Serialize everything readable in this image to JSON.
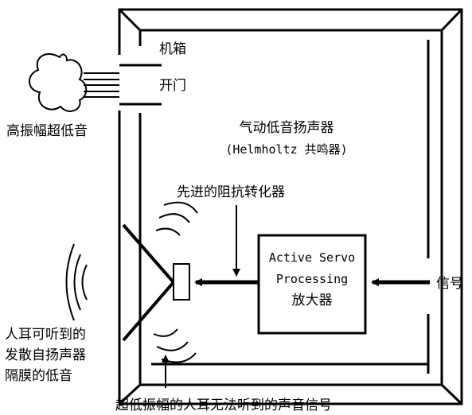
{
  "labels": {
    "cabinet": "机箱",
    "port": "开门",
    "high_amp_bass": "高振幅超低音",
    "speaker_type": "气动低音扬声器",
    "helmholtz": "(Helmholtz 共鸣器)",
    "impedance": "先进的阻抗转化器",
    "signal": "信号",
    "amp_line1": "Active Servo",
    "amp_line2": "Processing",
    "amp_line3": "放大器",
    "audible_line1": "人耳可听到的",
    "audible_line2": "发散自扬声器",
    "audible_line3": "隔膜的低音",
    "inaudible": "超低振幅的人耳无法听到的声音信号"
  }
}
